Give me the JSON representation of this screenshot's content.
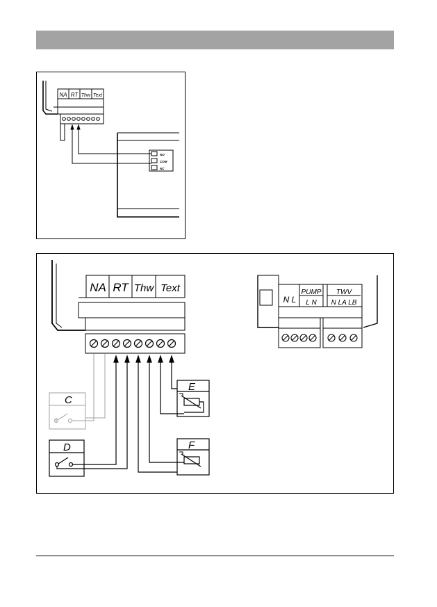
{
  "terminal_labels": [
    "NA",
    "RT",
    "Thw",
    "Text"
  ],
  "relay_labels": [
    "NO",
    "COM",
    "NC"
  ],
  "pump_label": "PUMP",
  "pump_terminals": "L N",
  "twv_label": "TWV",
  "twv_terminals": "N LA LB",
  "nl_label": "N L",
  "callouts": {
    "c": "C",
    "d": "D",
    "e": "E",
    "f": "F"
  },
  "colors": {
    "header_bar": "#a3a3a3",
    "line": "#000000",
    "faded": "#a0a0a0"
  }
}
